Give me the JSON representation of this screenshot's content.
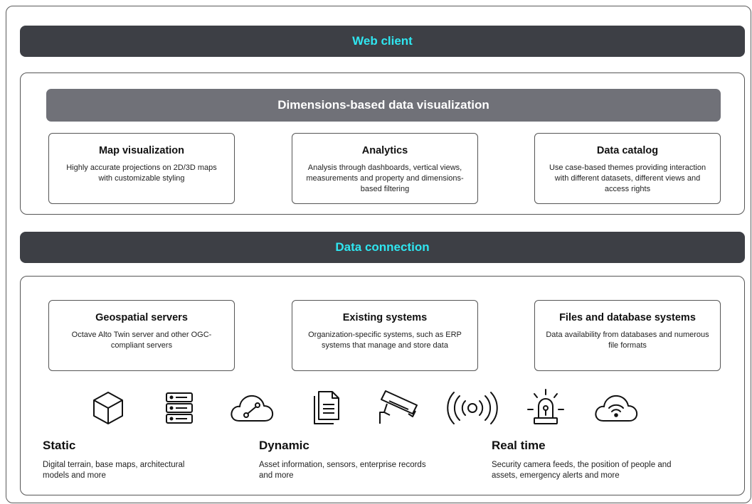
{
  "web_client": {
    "title": "Web client"
  },
  "visualization": {
    "title": "Dimensions-based data visualization",
    "cards": [
      {
        "title": "Map visualization",
        "desc": "Highly accurate projections on 2D/3D maps with customizable styling"
      },
      {
        "title": "Analytics",
        "desc": "Analysis through dashboards, vertical views, measurements and property and dimensions-based filtering"
      },
      {
        "title": "Data catalog",
        "desc": "Use case-based themes providing interaction with different datasets, different views and access rights"
      }
    ]
  },
  "data_connection": {
    "title": "Data connection",
    "cards": [
      {
        "title": "Geospatial servers",
        "desc": "Octave Alto Twin server and other OGC-compliant servers"
      },
      {
        "title": "Existing systems",
        "desc": "Organization-specific systems, such as ERP systems that manage and store data"
      },
      {
        "title": "Files and database systems",
        "desc": "Data availability from databases and numerous file formats"
      }
    ],
    "icons": [
      "cube-icon",
      "server-stack-icon",
      "cloud-connection-icon",
      "document-icon",
      "security-camera-icon",
      "broadcast-signal-icon",
      "alarm-beacon-icon",
      "cloud-wifi-icon"
    ],
    "categories": [
      {
        "title": "Static",
        "desc": "Digital terrain, base maps, architectural models and more"
      },
      {
        "title": "Dynamic",
        "desc": "Asset information, sensors, enterprise records  and more"
      },
      {
        "title": "Real time",
        "desc": "Security camera feeds, the position of people and assets, emergency alerts and more"
      }
    ]
  },
  "colors": {
    "bar_dark": "#3d3f45",
    "bar_text": "#2fe6f0",
    "subbar": "#707178"
  }
}
